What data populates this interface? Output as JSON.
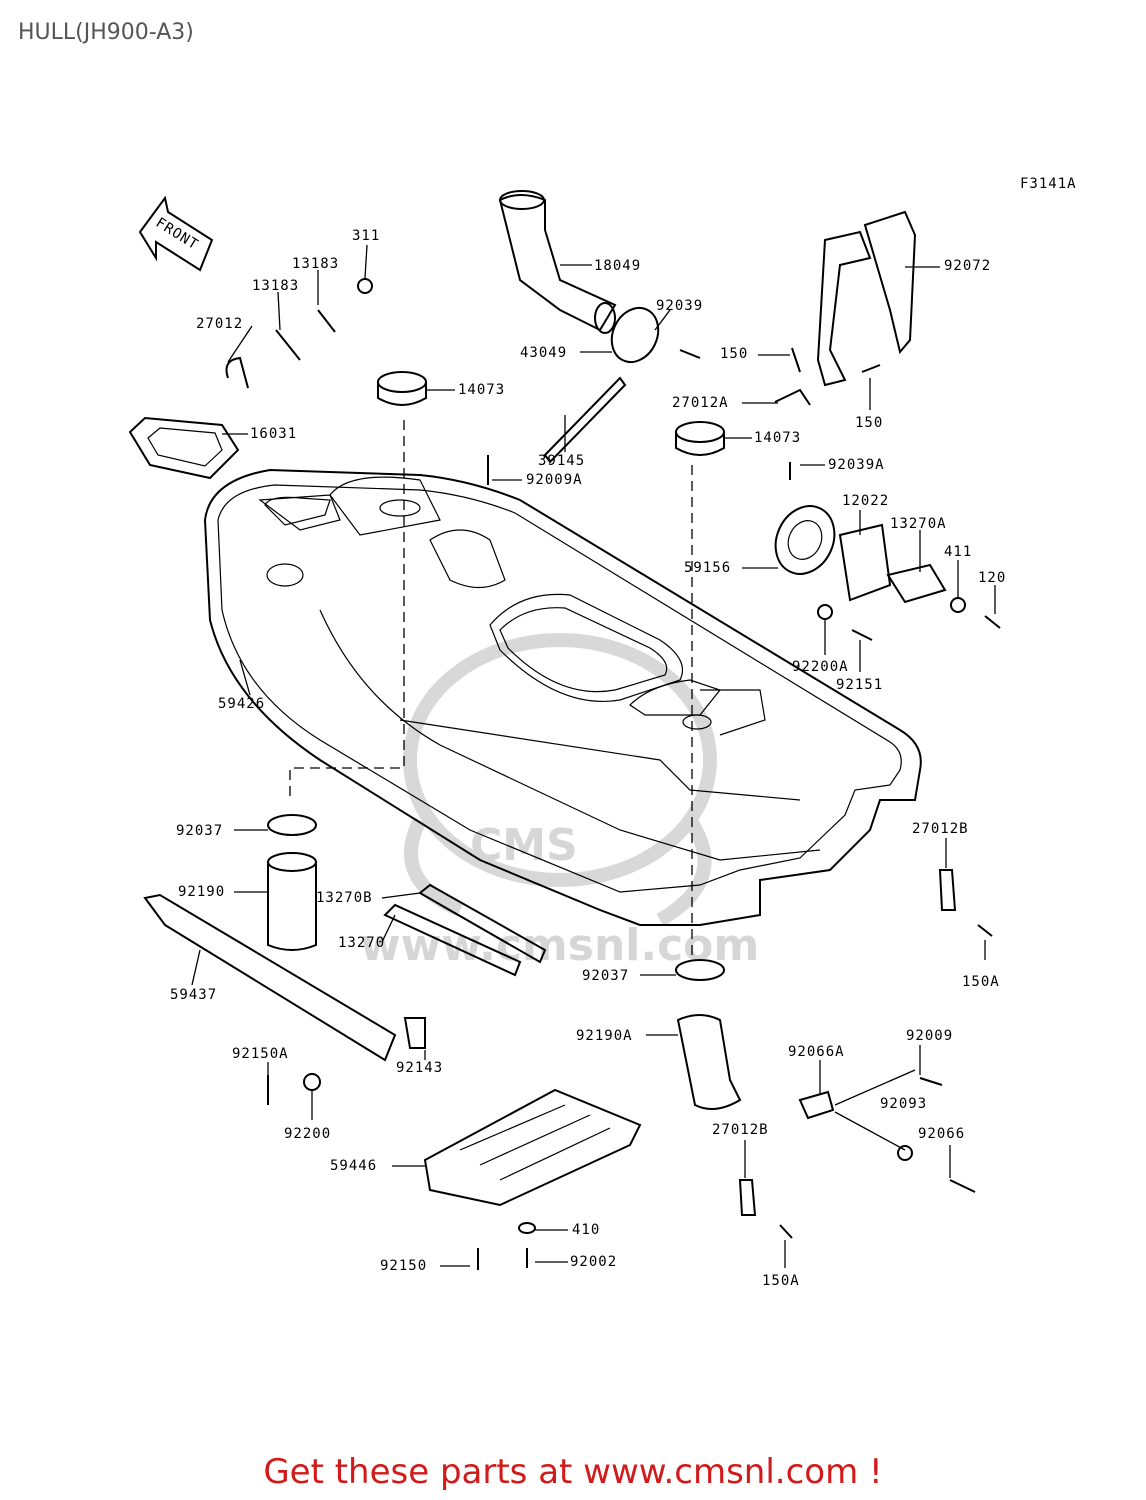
{
  "title": "HULL(JH900-A3)",
  "figure_code": "F3141A",
  "front_label": "FRONT",
  "watermark": "www.cmsnl.com",
  "watermark_logo": "CMS",
  "footer": "Get these parts at www.cmsnl.com !",
  "labels": {
    "l311": "311",
    "l13183a": "13183",
    "l13183b": "13183",
    "l27012": "27012",
    "l18049": "18049",
    "l92039": "92039",
    "l43049": "43049",
    "l92072": "92072",
    "l150a1": "150",
    "l150a2": "150",
    "l14073a": "14073",
    "l14073b": "14073",
    "l27012A": "27012A",
    "l16031": "16031",
    "l39145": "39145",
    "l92009A": "92009A",
    "l92039A": "92039A",
    "l12022": "12022",
    "l13270A": "13270A",
    "l411": "411",
    "l120": "120",
    "l59156": "59156",
    "l92200A": "92200A",
    "l92151": "92151",
    "l59426": "59426",
    "l92037a": "92037",
    "l27012B1": "27012B",
    "l92190": "92190",
    "l13270B": "13270B",
    "l13270": "13270",
    "l59437": "59437",
    "l92037b": "92037",
    "l150A1": "150A",
    "l92190A": "92190A",
    "l92150A": "92150A",
    "l92143": "92143",
    "l92200": "92200",
    "l92009": "92009",
    "l92066A": "92066A",
    "l92093": "92093",
    "l27012B2": "27012B",
    "l92066": "92066",
    "l59446": "59446",
    "l410": "410",
    "l92150": "92150",
    "l92002": "92002",
    "l150A2": "150A"
  }
}
